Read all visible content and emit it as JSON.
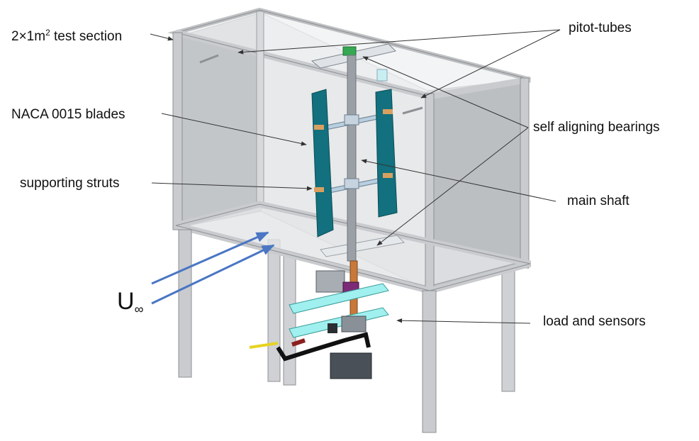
{
  "labels": {
    "test_section_prefix": "2×1m",
    "test_section_sup": "2",
    "test_section_suffix": " test section",
    "pitot_tubes": "pitot-tubes",
    "naca_blades": "NACA 0015 blades",
    "self_aligning_bearings": "self aligning bearings",
    "supporting_struts": "supporting struts",
    "main_shaft": "main shaft",
    "free_stream_symbol": "U",
    "free_stream_subscript": "∞",
    "load_and_sensors": "load and sensors"
  },
  "colors": {
    "frame": "#c9cbce",
    "frame_edge": "#8d9094",
    "glass": "#b5b8bb",
    "blade": "#13707e",
    "shaft": "#9aa0a6",
    "strut": "#b8cfe0",
    "flow_arrow": "#4a76c4",
    "rail": "#9ff0ee",
    "leader": "#333333",
    "motor": "#4a5058",
    "brake": "#c87838",
    "bearing_block": "#34a853"
  }
}
